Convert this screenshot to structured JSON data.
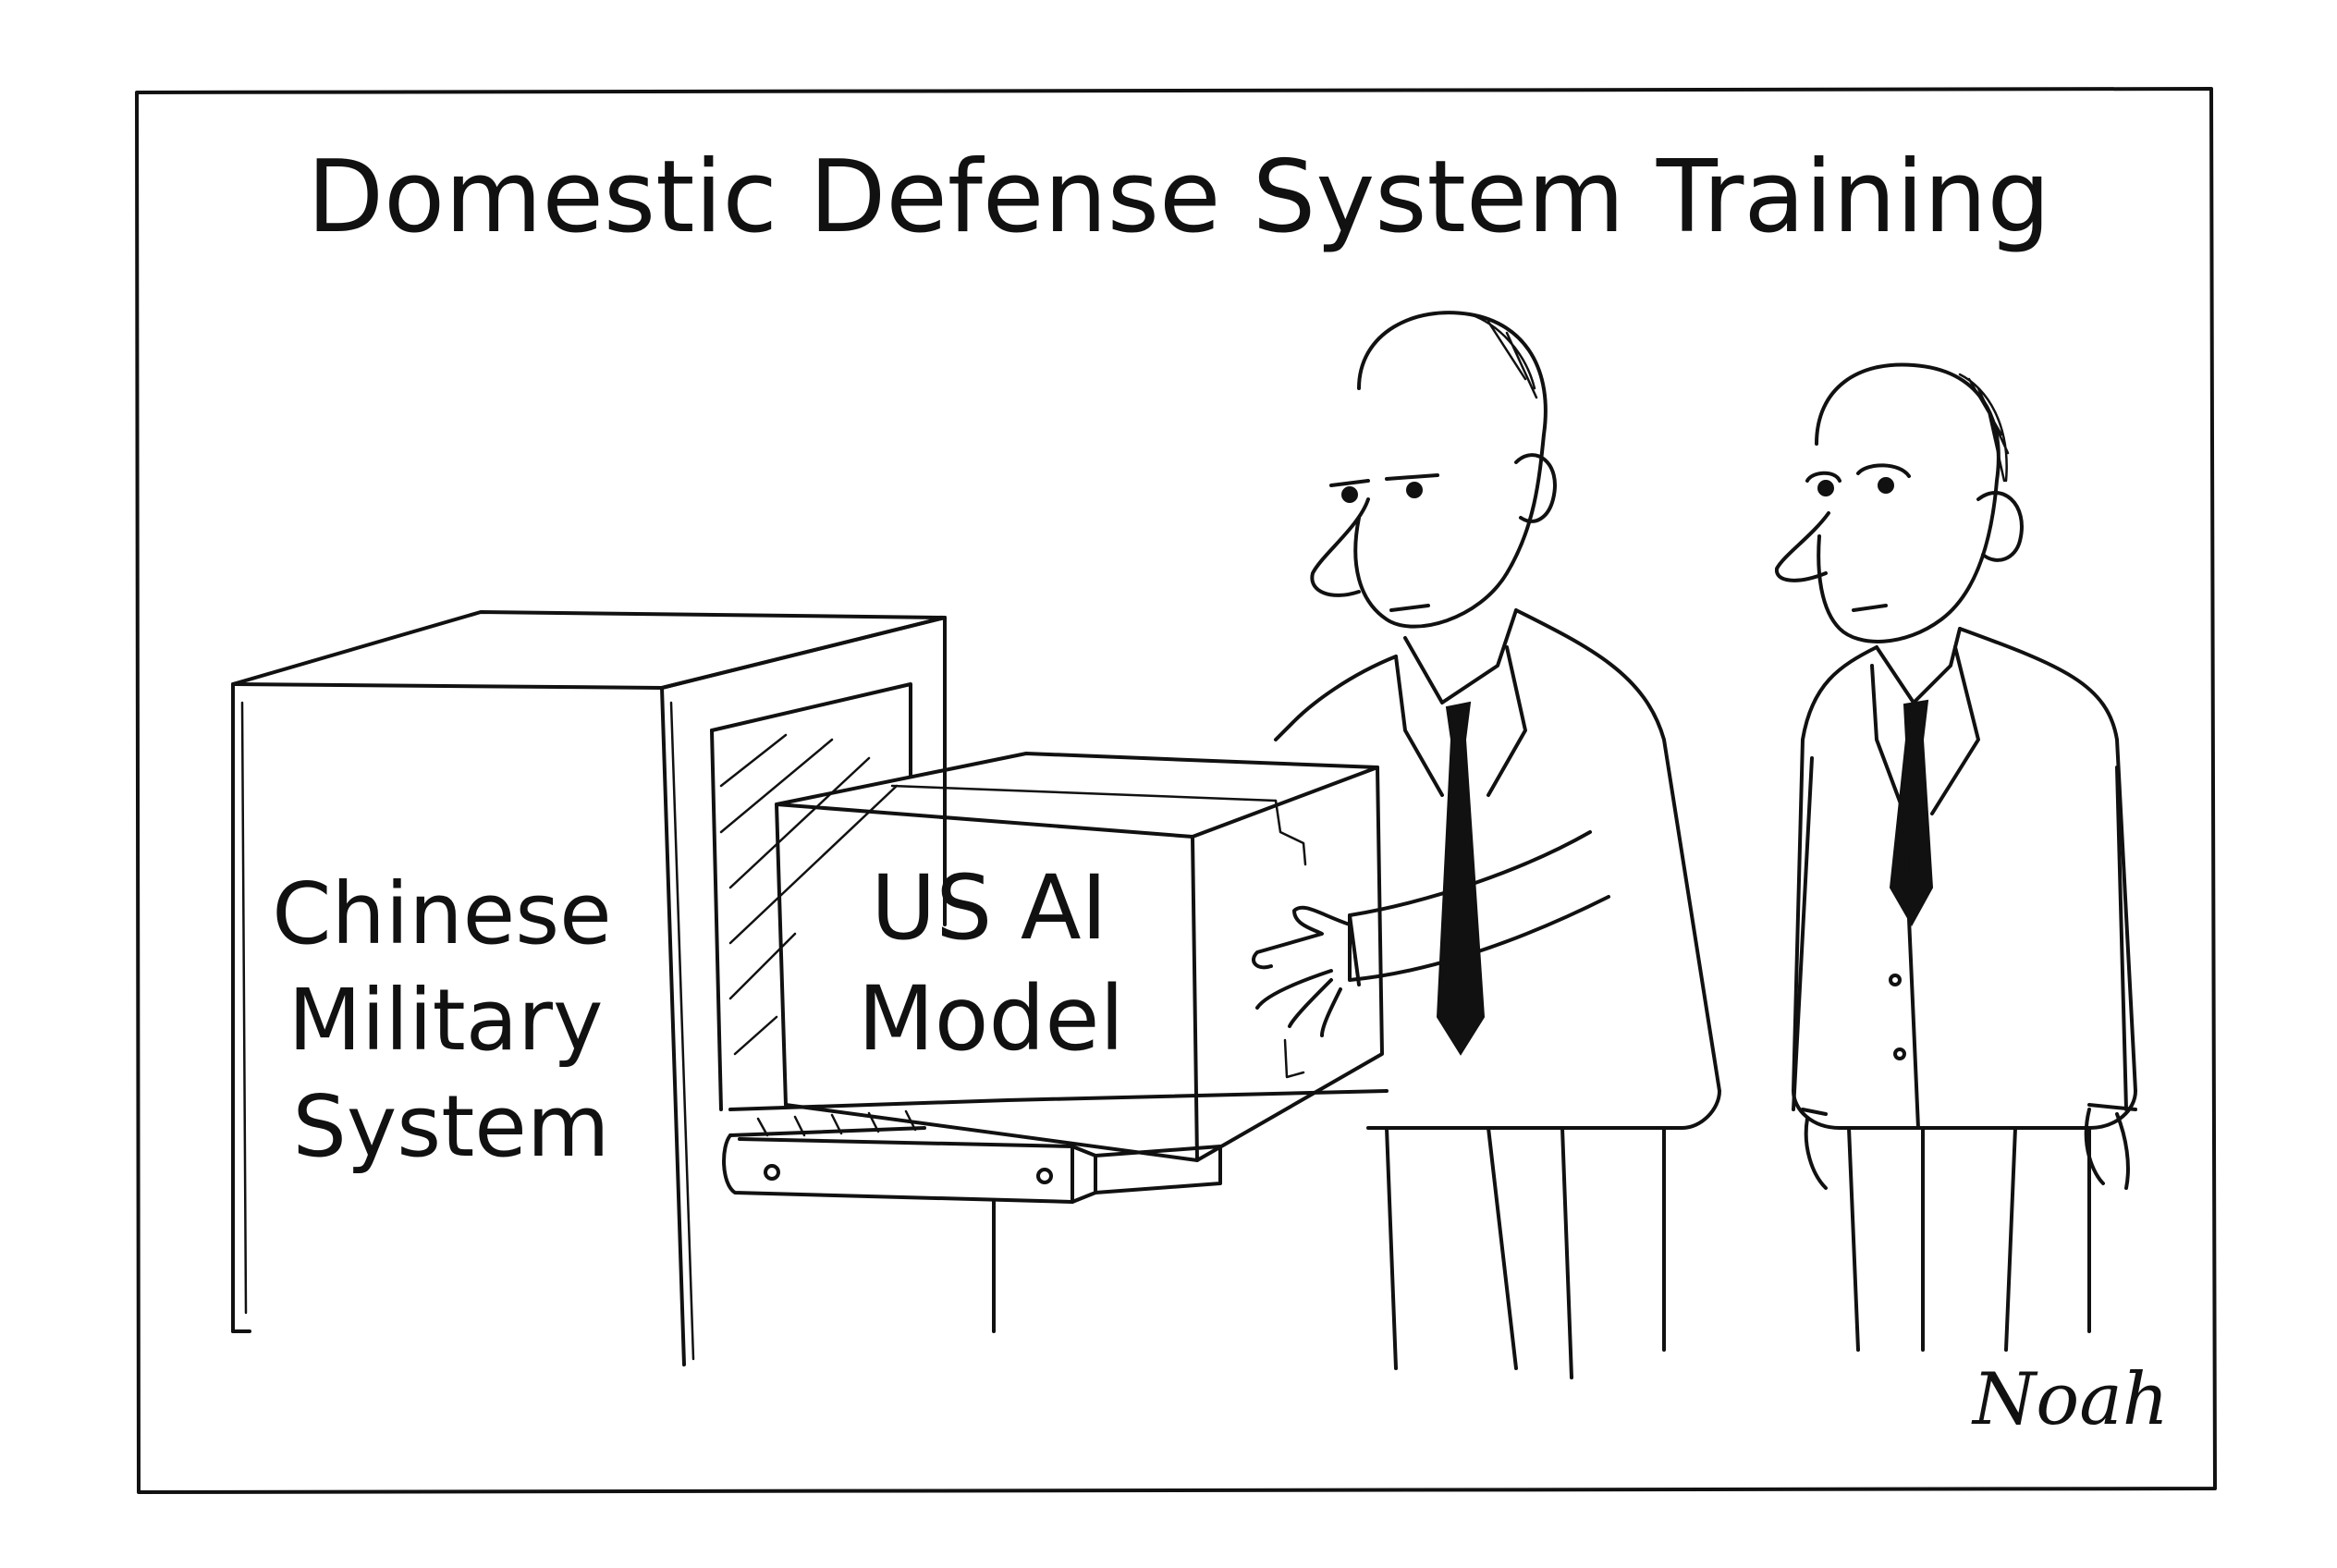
{
  "caption": {
    "title": "Domestic Defense System Training"
  },
  "machine": {
    "label_line1": "Chinese",
    "label_line2": "Military",
    "label_line3": "System"
  },
  "box": {
    "label_line1": "US AI",
    "label_line2": "Model"
  },
  "signature": "Noah"
}
